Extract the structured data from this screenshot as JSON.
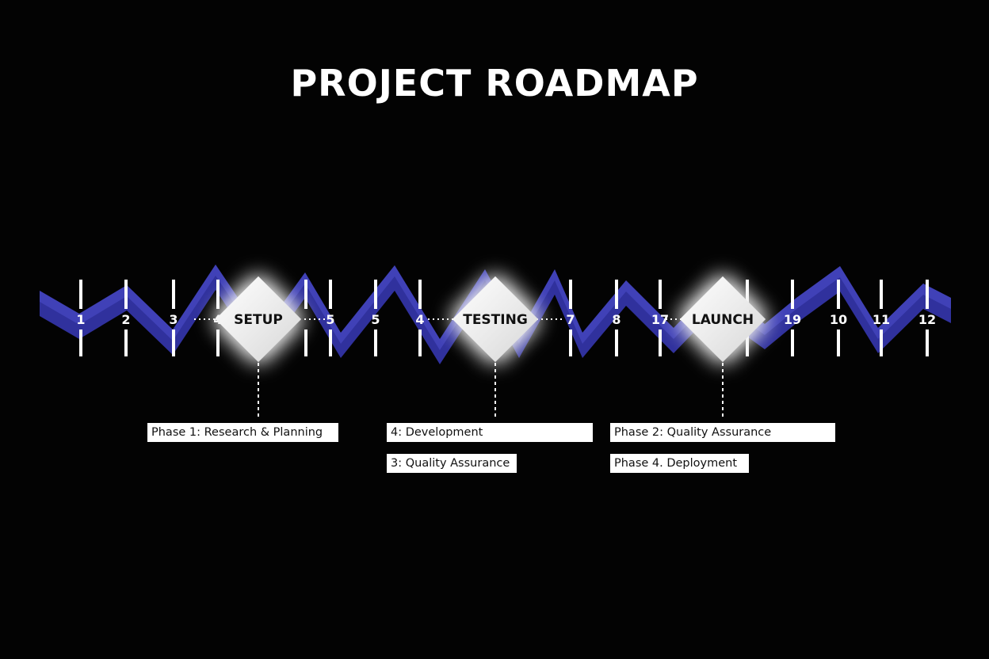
{
  "title": "PROJECT ROADMAP",
  "colors": {
    "background": "#030303",
    "band": "#3b3cc0",
    "band_light": "#5556d8",
    "tick": "#ffffff",
    "milestone": "#efefef"
  },
  "ticks": [
    "1",
    "2",
    "3",
    "4",
    "5",
    "5",
    "4",
    "7",
    "8",
    "17",
    "19",
    "10",
    "11",
    "12"
  ],
  "milestones": [
    {
      "label": "SETUP",
      "phases": [
        "Phase 1: Research & Planning"
      ]
    },
    {
      "label": "TESTING",
      "phases": [
        "4: Development",
        "3: Quality Assurance"
      ]
    },
    {
      "label": "LAUNCH",
      "phases": [
        "Phase 2: Quality Assurance",
        "Phase 4. Deployment"
      ]
    }
  ]
}
